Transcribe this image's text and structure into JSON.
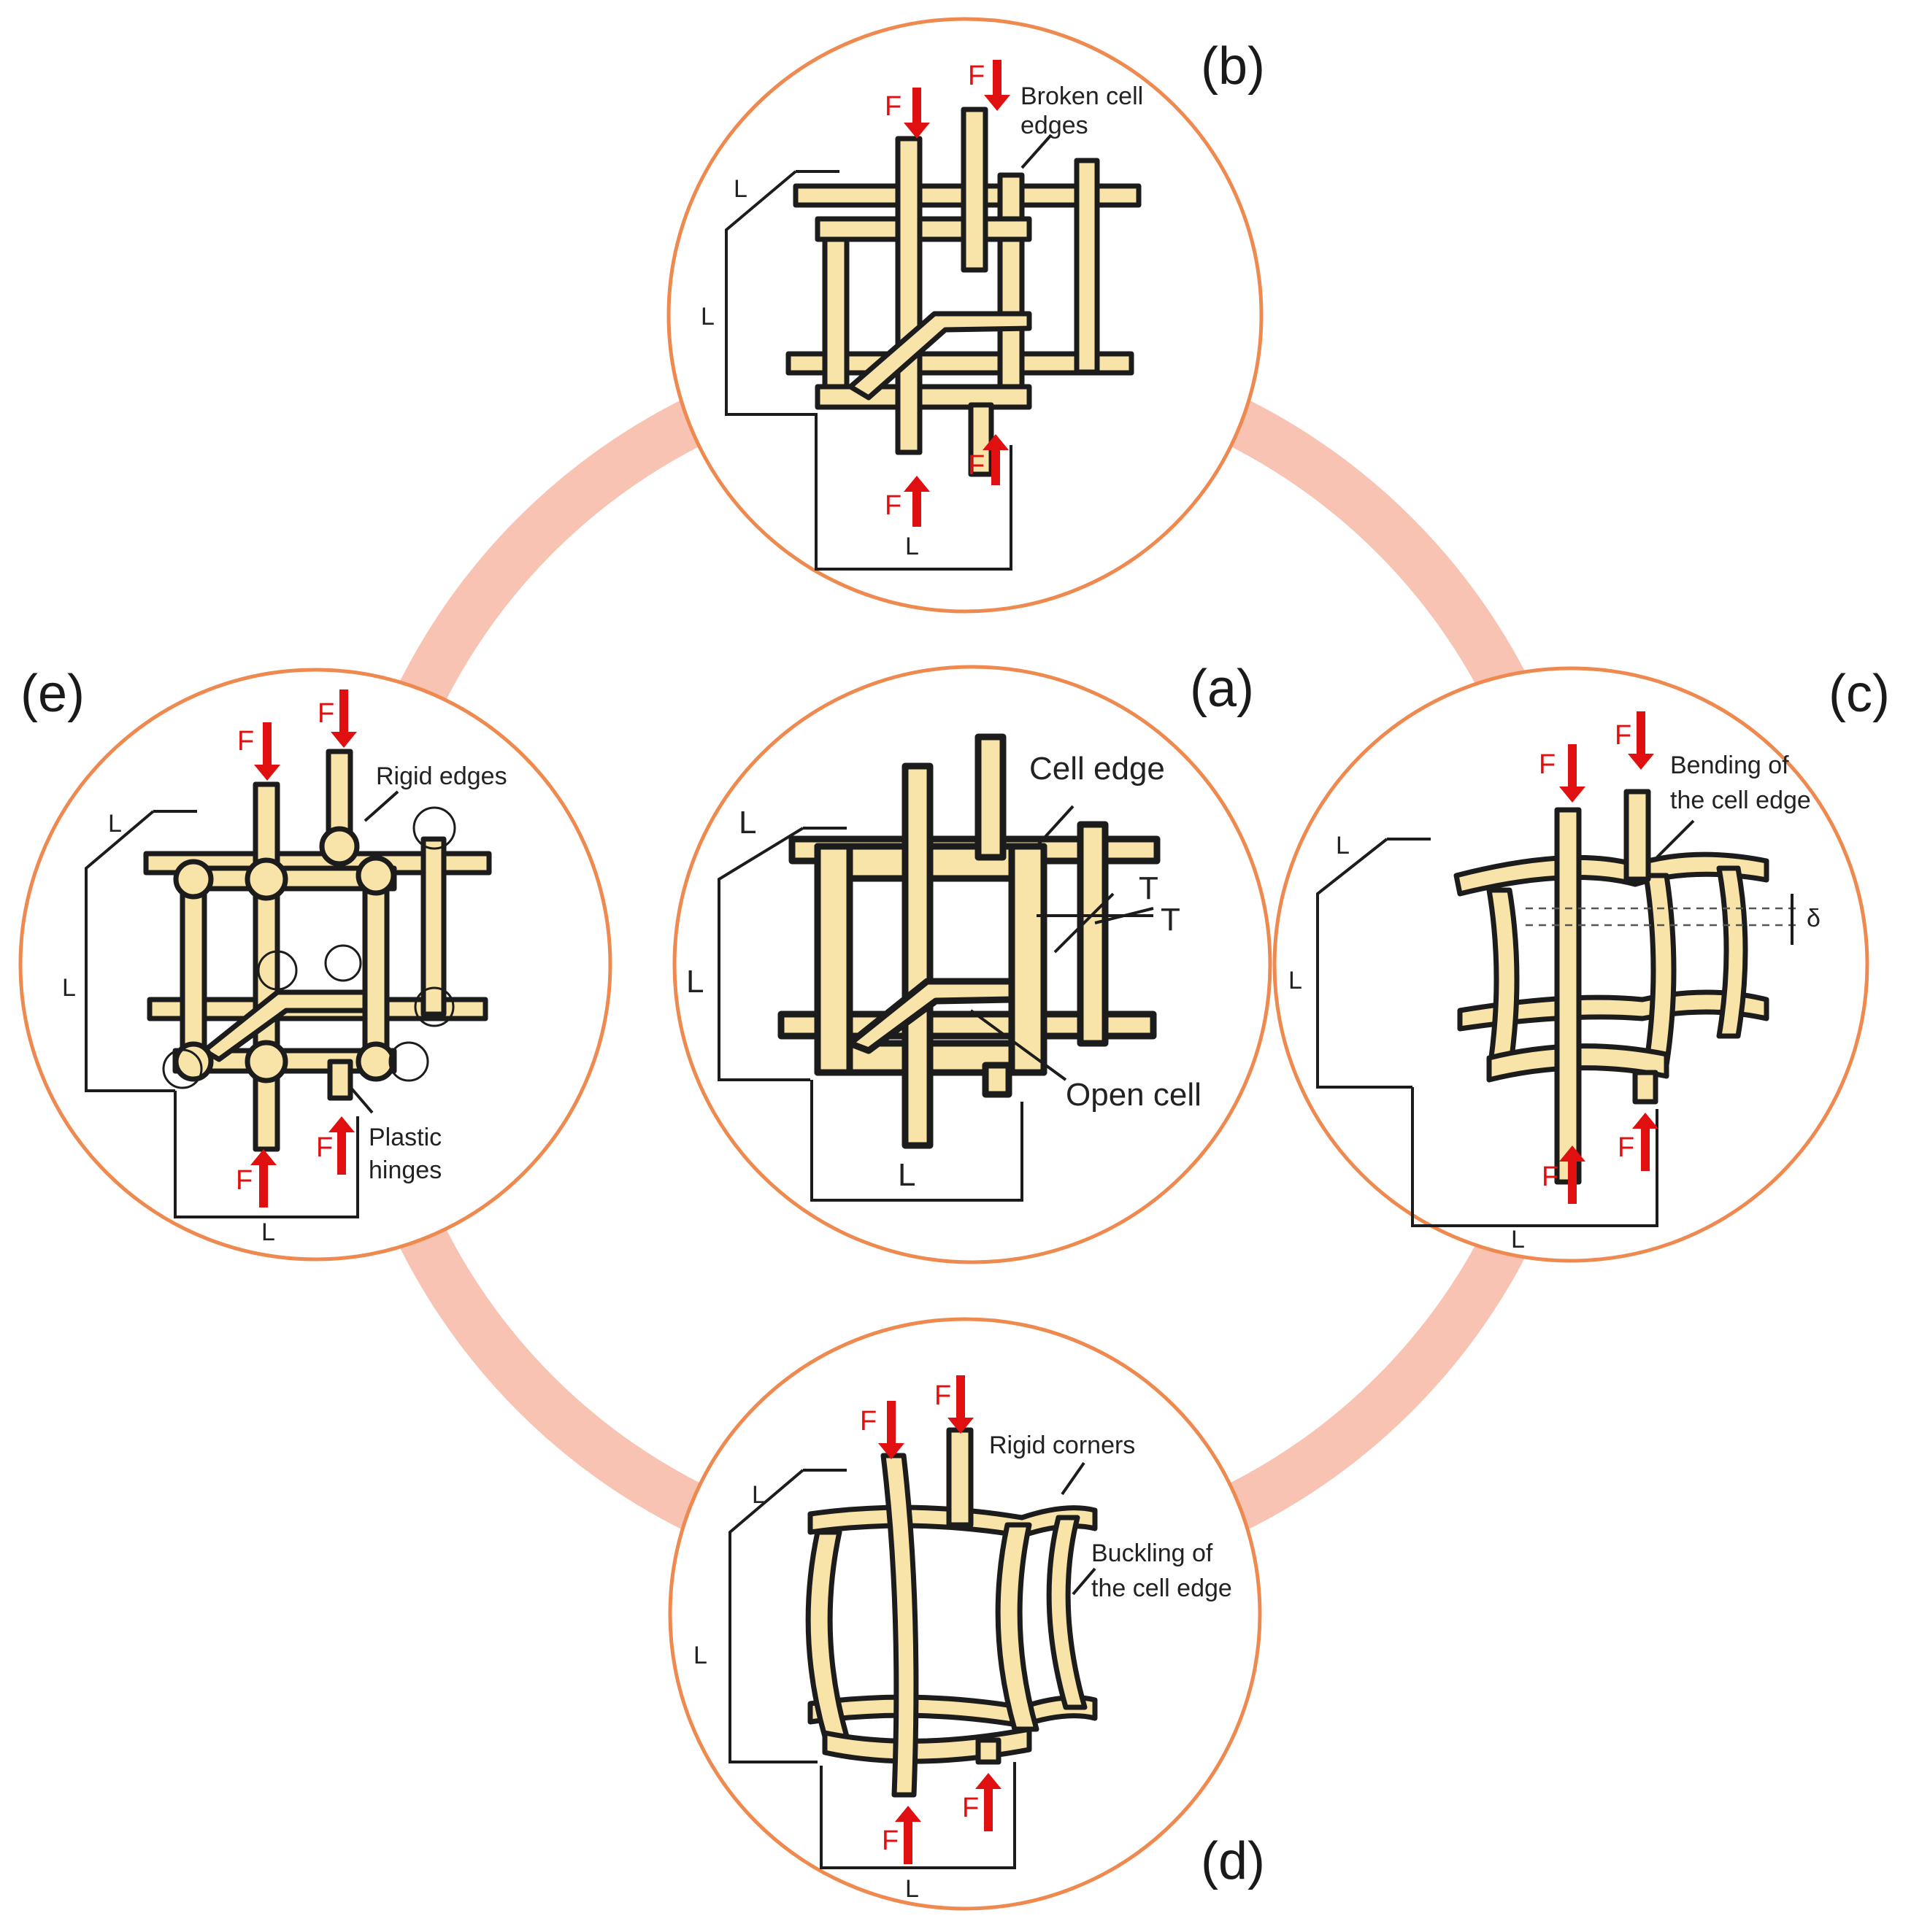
{
  "figure": {
    "panels": {
      "a": {
        "label": "(a)",
        "annotations": {
          "cell_edge": "Cell edge",
          "open_cell": "Open cell",
          "thickness_1": "T",
          "thickness_2": "T"
        },
        "dimensions": {
          "width": "L",
          "height": "L",
          "depth": "L"
        }
      },
      "b": {
        "label": "(b)",
        "annotations": {
          "line1": "Broken cell",
          "line2": "edges"
        },
        "forces": {
          "top_left": "F",
          "top_right": "F",
          "bottom_left": "F",
          "bottom_right": "F"
        },
        "dimensions": {
          "width": "L",
          "height": "L",
          "depth": "L"
        }
      },
      "c": {
        "label": "(c)",
        "annotations": {
          "line1": "Bending of",
          "line2": "the cell edge",
          "deflection": "δ"
        },
        "forces": {
          "top_left": "F",
          "top_right": "F",
          "bottom_left": "F",
          "bottom_right": "F"
        },
        "dimensions": {
          "width": "L",
          "height": "L",
          "depth": "L"
        }
      },
      "d": {
        "label": "(d)",
        "annotations": {
          "rigid_corners": "Rigid corners",
          "line1": "Buckling of",
          "line2": "the cell edge"
        },
        "forces": {
          "top_left": "F",
          "top_right": "F",
          "bottom_left": "F",
          "bottom_right": "F"
        },
        "dimensions": {
          "width": "L",
          "height": "L",
          "depth": "L"
        }
      },
      "e": {
        "label": "(e)",
        "annotations": {
          "rigid_edges": "Rigid edges",
          "line1": "Plastic",
          "line2": "hinges"
        },
        "forces": {
          "top_left": "F",
          "top_right": "F",
          "bottom_left": "F",
          "bottom_right": "F"
        },
        "dimensions": {
          "width": "L",
          "height": "L",
          "depth": "L"
        }
      }
    },
    "colors": {
      "ring": "#f8c3b2",
      "circle_outline": "#ee8a50",
      "strut_fill": "#f8e4a8",
      "force_arrow": "#e01010"
    }
  }
}
